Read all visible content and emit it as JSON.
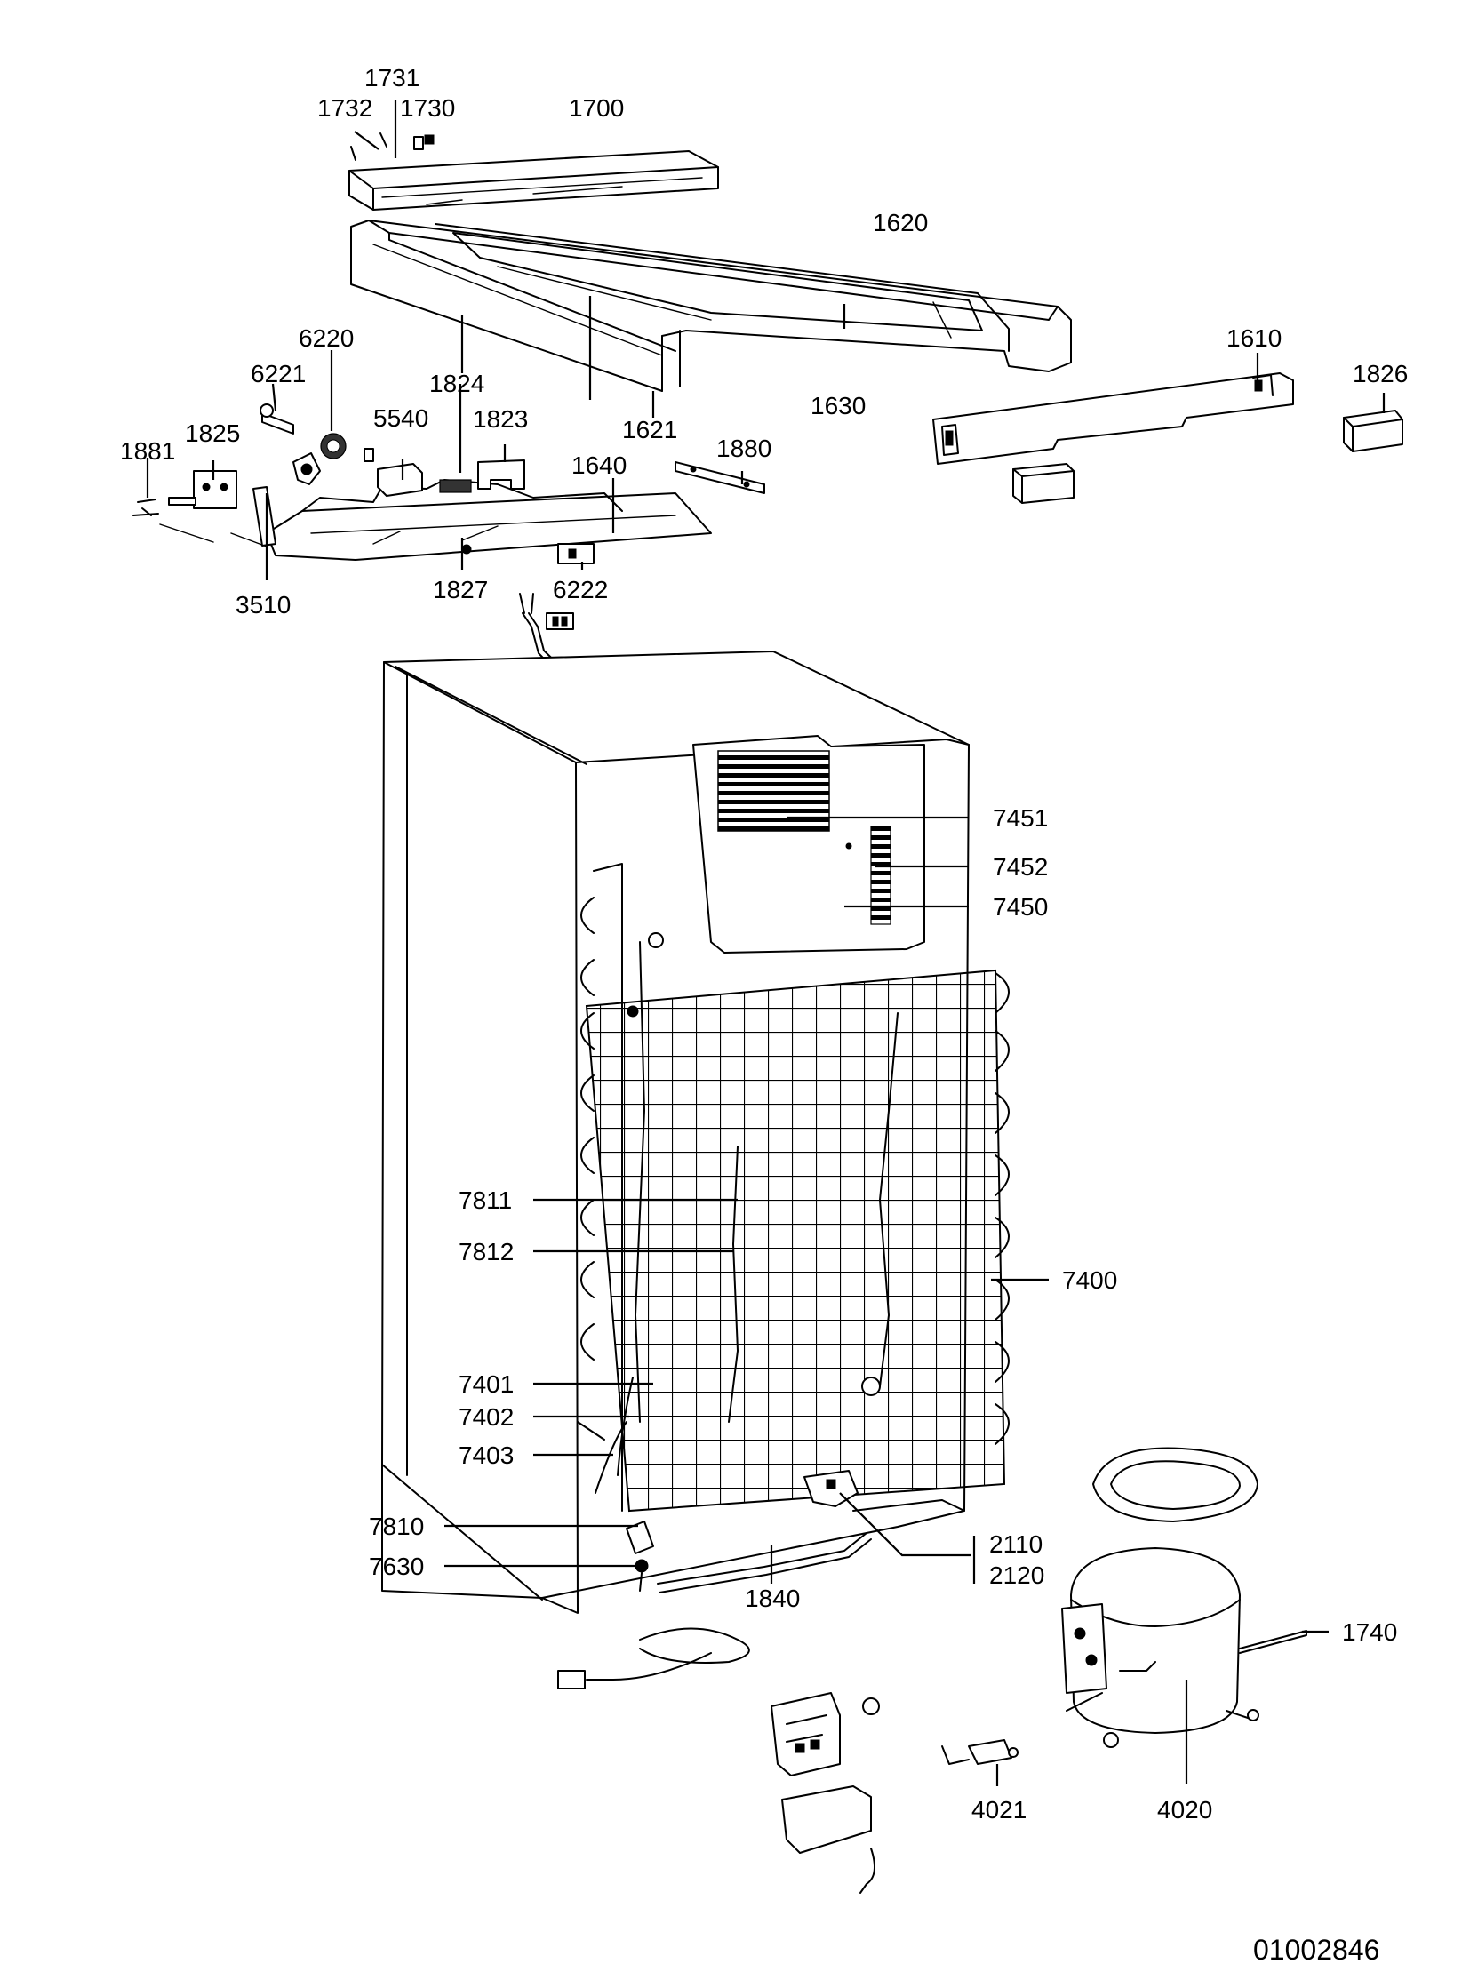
{
  "document_id": "01002846",
  "part_labels": {
    "p1731": "1731",
    "p1732": "1732",
    "p1730": "1730",
    "p1700": "1700",
    "p1620": "1620",
    "p1610": "1610",
    "p1826": "1826",
    "p6220": "6220",
    "p6221": "6221",
    "p1824": "1824",
    "p5540": "5540",
    "p1823": "1823",
    "p1825": "1825",
    "p1881": "1881",
    "p1621": "1621",
    "p1630": "1630",
    "p1880": "1880",
    "p1640": "1640",
    "p3510": "3510",
    "p1827": "1827",
    "p6222": "6222",
    "p7451": "7451",
    "p7452": "7452",
    "p7450": "7450",
    "p7811": "7811",
    "p7812": "7812",
    "p7400": "7400",
    "p7401": "7401",
    "p7402": "7402",
    "p7403": "7403",
    "p7810": "7810",
    "p7630": "7630",
    "p2110": "2110",
    "p2120": "2120",
    "p1840": "1840",
    "p1740": "1740",
    "p4021": "4021",
    "p4020": "4020"
  }
}
